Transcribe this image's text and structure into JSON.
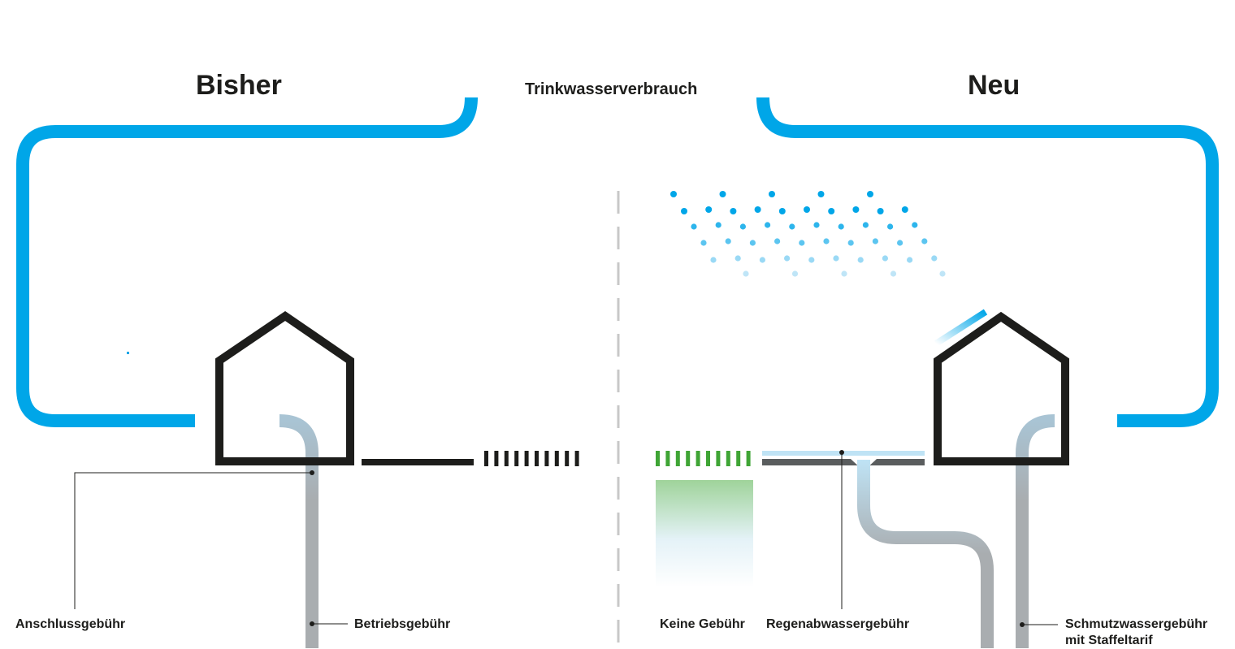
{
  "headings": {
    "left": "Bisher",
    "right": "Neu",
    "center": "Trinkwasserverbrauch"
  },
  "labels": {
    "anschluss": "Anschlussgebühr",
    "betrieb": "Betriebsgebühr",
    "keine": "Keine Gebühr",
    "regen": "Regenabwassergebühr",
    "schmutz_line1": "Schmutzwassergebühr",
    "schmutz_line2": "mit Staffeltarif"
  },
  "colors": {
    "water_blue": "#00a6e8",
    "pipe_grey": "#a9adb0",
    "house_black": "#1d1d1b",
    "green": "#3fa535",
    "divider": "#c8c8c8"
  }
}
